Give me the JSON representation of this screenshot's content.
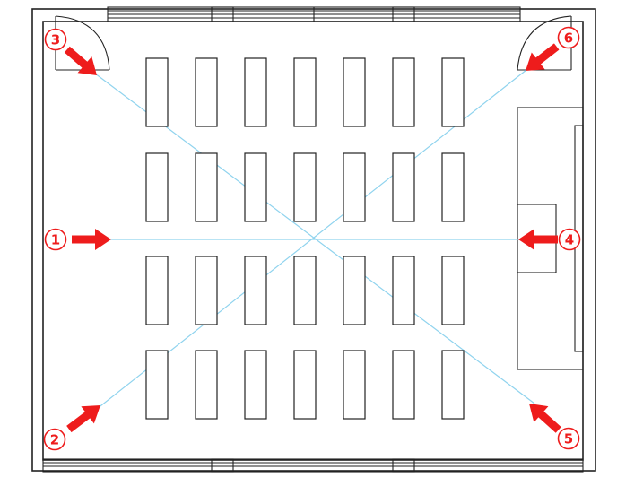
{
  "diagram": {
    "colors": {
      "arrow": "#ee1c1c",
      "sightline": "#8fd3ee",
      "line": "#222222"
    },
    "desk_grid": {
      "rows": 4,
      "cols": 7
    },
    "cameras": [
      {
        "id": "1",
        "label": "①",
        "position": "left-middle"
      },
      {
        "id": "2",
        "label": "②",
        "position": "bottom-left"
      },
      {
        "id": "3",
        "label": "③",
        "position": "top-left"
      },
      {
        "id": "4",
        "label": "④",
        "position": "right-middle"
      },
      {
        "id": "5",
        "label": "⑤",
        "position": "bottom-right"
      },
      {
        "id": "6",
        "label": "⑥",
        "position": "top-right"
      }
    ]
  }
}
